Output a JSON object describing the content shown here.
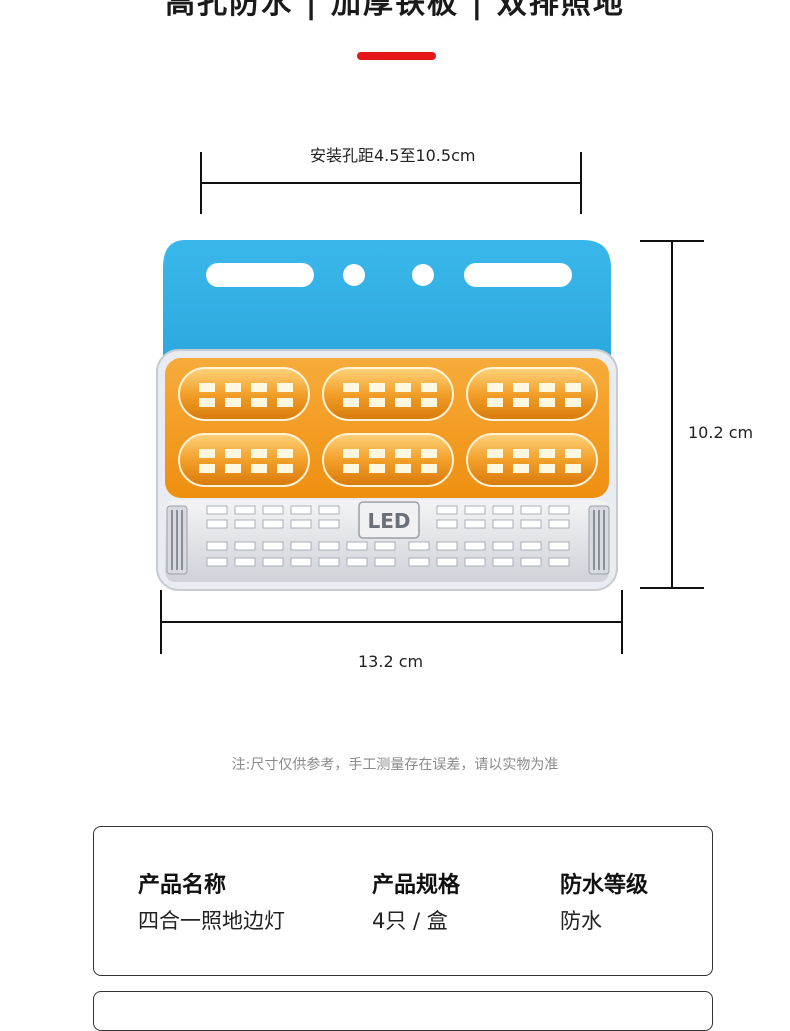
{
  "header": {
    "title": "高孔防水 | 加厚铁板 | 双排照地"
  },
  "dimensions": {
    "mount_hole": "安装孔距4.5至10.5cm",
    "height": "10.2 cm",
    "width": "13.2 cm"
  },
  "product": {
    "badge": "LED"
  },
  "note": "注:尺寸仅供参考，手工测量存在误差，请以实物为准",
  "specs": [
    {
      "label": "产品名称",
      "value": "四合一照地边灯"
    },
    {
      "label": "产品规格",
      "value": "4只 / 盒"
    },
    {
      "label": "防水等级",
      "value": "防水"
    }
  ],
  "colors": {
    "accent": "#e5161b",
    "bracket": "#35b3e6",
    "amber": "#f39a1e"
  }
}
